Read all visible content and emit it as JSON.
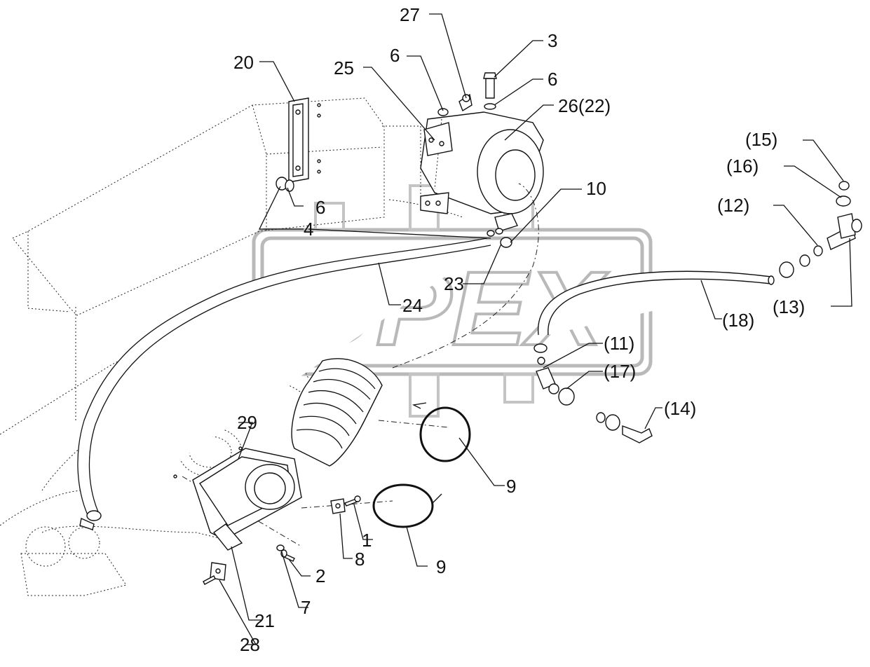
{
  "watermark": {
    "text": "OPEX"
  },
  "callouts": [
    "27",
    "3",
    "6",
    "6",
    "25",
    "26(22)",
    "20",
    "(15)",
    "(16)",
    "10",
    "(12)",
    "6",
    "4",
    "23",
    "24",
    "(13)",
    "(18)",
    "(11)",
    "(17)",
    "(14)",
    "29",
    "9",
    "1",
    "8",
    "9",
    "2",
    "7",
    "21",
    "28"
  ]
}
